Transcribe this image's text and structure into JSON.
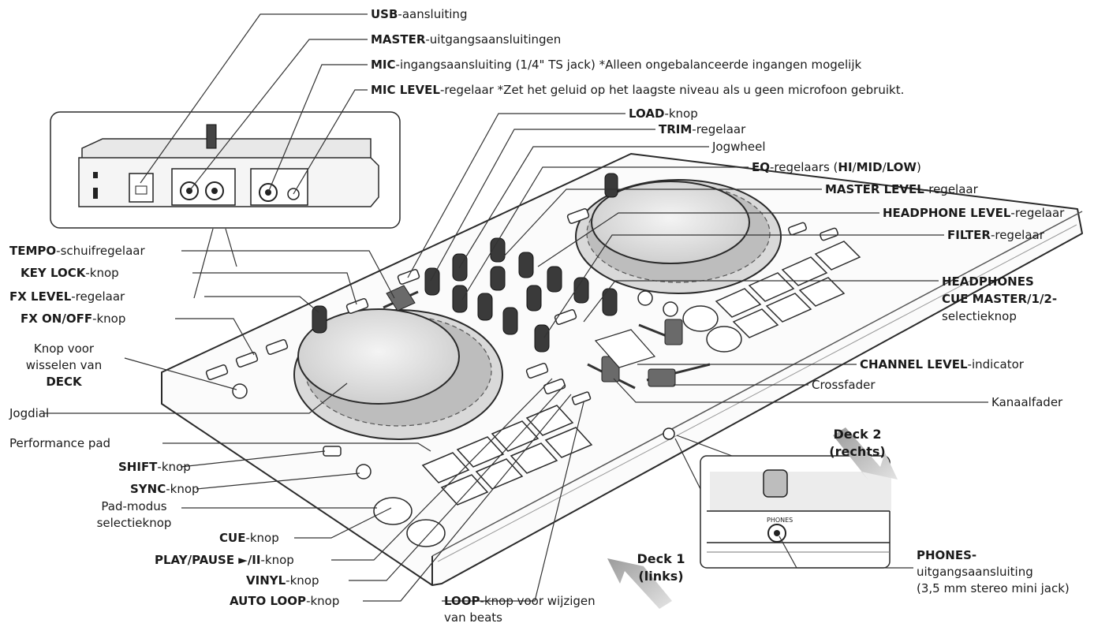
{
  "labels": {
    "usb": {
      "b": "USB",
      "t": "-aansluiting"
    },
    "master_out": {
      "b": "MASTER",
      "t": "-uitgangsaansluitingen"
    },
    "mic_in": {
      "b": "MIC",
      "t": "-ingangsaansluiting (1/4\" TS jack) *Alleen ongebalanceerde ingangen mogelijk"
    },
    "mic_level": {
      "b": "MIC LEVEL",
      "t": "-regelaar *Zet het geluid op het laagste niveau als u geen microfoon gebruikt."
    },
    "load": {
      "b": "LOAD",
      "t": "-knop"
    },
    "trim": {
      "b": "TRIM",
      "t": "-regelaar"
    },
    "jogwheel": {
      "t": "Jogwheel"
    },
    "eq": {
      "b1": "EQ",
      "t1": "-regelaars (",
      "b2": "HI",
      "t2": "/",
      "b3": "MID",
      "t3": "/",
      "b4": "LOW",
      "t4": ")"
    },
    "master_level": {
      "b": "MASTER LEVEL",
      "t": "-regelaar"
    },
    "headphone_level": {
      "b": "HEADPHONE LEVEL",
      "t": "-regelaar"
    },
    "filter": {
      "b": "FILTER",
      "t": "-regelaar"
    },
    "hp_cue": {
      "l1": "HEADPHONES",
      "l2": "CUE MASTER/1/2-",
      "l3": "selectieknop"
    },
    "channel_level": {
      "b": "CHANNEL LEVEL",
      "t": "-indicator"
    },
    "crossfader": {
      "t": "Crossfader"
    },
    "kanaalfader": {
      "t": "Kanaalfader"
    },
    "phones": {
      "l1": "PHONES-",
      "l2": "uitgangsaansluiting",
      "l3": "(3,5 mm stereo mini jack)"
    },
    "tempo": {
      "b": "TEMPO",
      "t": "-schuifregelaar"
    },
    "key_lock": {
      "b": "KEY LOCK",
      "t": "-knop"
    },
    "fx_level": {
      "b": "FX LEVEL",
      "t": "-regelaar"
    },
    "fx_onoff": {
      "b": "FX ON/OFF",
      "t": "-knop"
    },
    "deck_switch": {
      "l1": "Knop voor",
      "l2": "wisselen van",
      "l3": "DECK"
    },
    "jogdial": {
      "t": "Jogdial"
    },
    "perf_pad": {
      "t": "Performance pad"
    },
    "shift": {
      "b": "SHIFT",
      "t": "-knop"
    },
    "sync": {
      "b": "SYNC",
      "t": "-knop"
    },
    "pad_mode": {
      "l1": "Pad-modus",
      "l2": "selectieknop"
    },
    "cue": {
      "b": "CUE",
      "t": "-knop"
    },
    "play_pause": {
      "b": "PLAY/PAUSE ►/II",
      "t": "-knop"
    },
    "vinyl": {
      "b": "VINYL",
      "t": "-knop"
    },
    "auto_loop": {
      "b": "AUTO LOOP",
      "t": "-knop"
    },
    "loop": {
      "b": "LOOP",
      "t": "-knop voor wijzigen",
      "l2": "van beats"
    }
  },
  "decks": {
    "deck1": {
      "l1": "Deck 1",
      "l2": "(links)"
    },
    "deck2": {
      "l1": "Deck 2",
      "l2": "(rechts)"
    }
  },
  "inset_text": {
    "phones": "PHONES"
  }
}
